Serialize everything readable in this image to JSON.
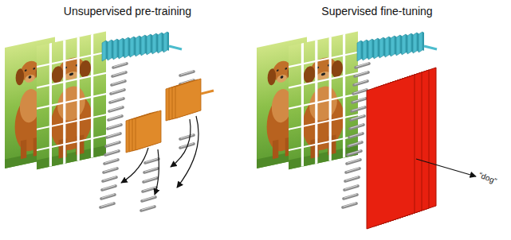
{
  "diagram": {
    "labels": [
      "Unsupervised pre-training",
      "Supervised fine-tuning",
      "“dog”"
    ]
  }
}
